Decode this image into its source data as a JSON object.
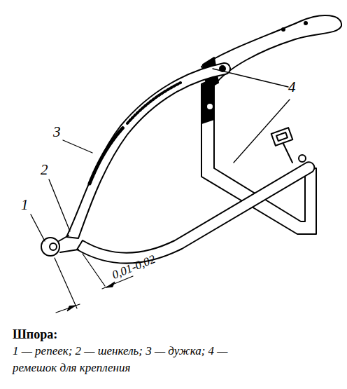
{
  "diagram": {
    "title": "Шпора:",
    "caption": "1 — репеек; 2 — шенкель; 3 — дужка; 4 — ремешок для крепления",
    "labels": [
      "1",
      "2",
      "3",
      "4",
      "0,01-0,02"
    ]
  }
}
